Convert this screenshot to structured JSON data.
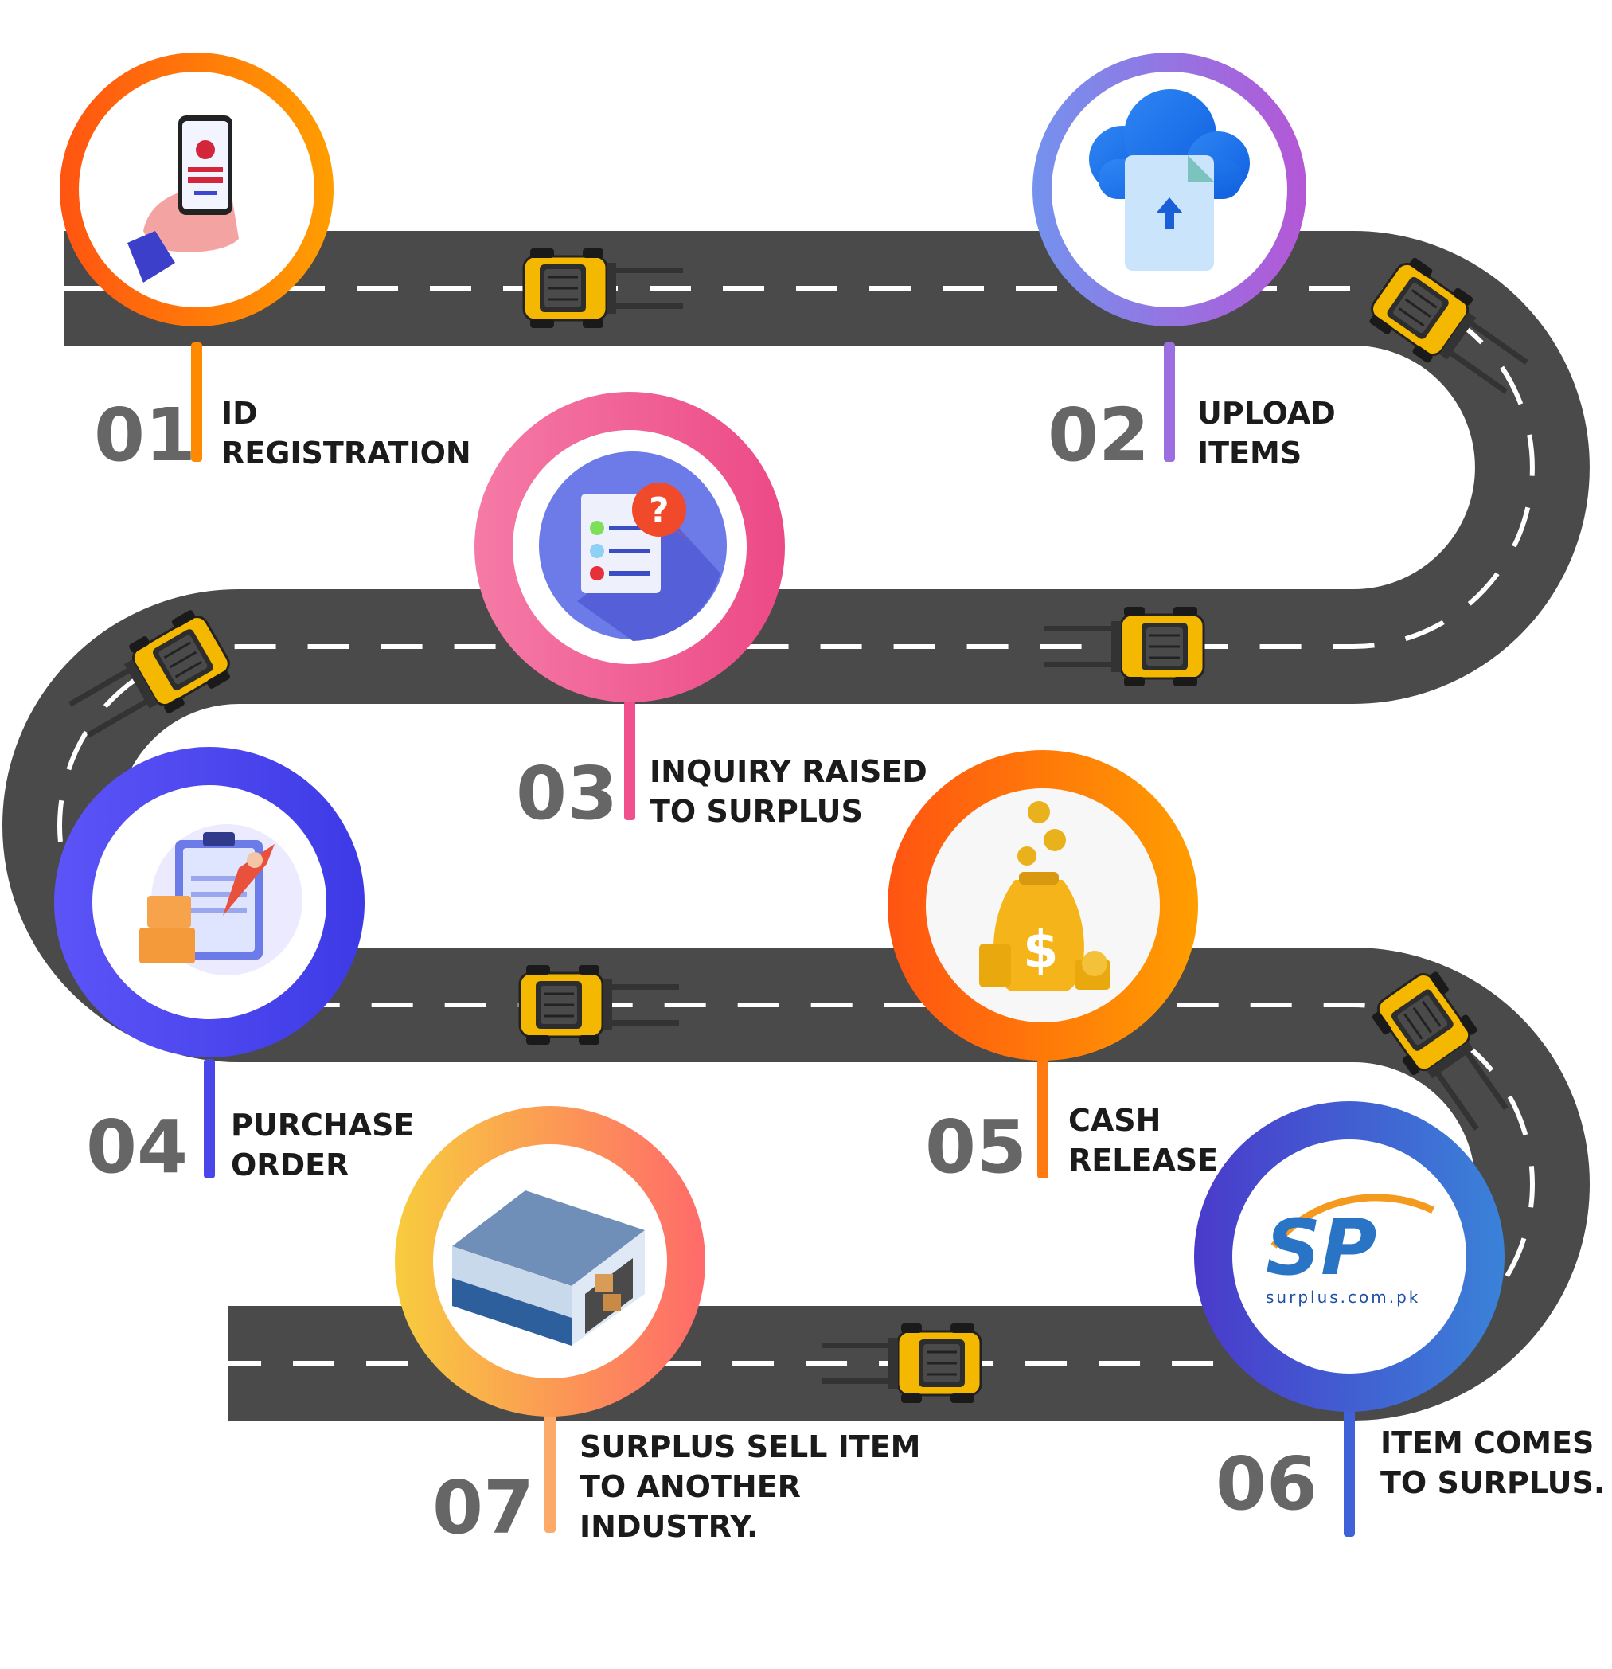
{
  "steps": [
    {
      "number": "01",
      "line1": "ID",
      "line2": "REGISTRATION",
      "line3": ""
    },
    {
      "number": "02",
      "line1": "UPLOAD",
      "line2": "ITEMS",
      "line3": ""
    },
    {
      "number": "03",
      "line1": "INQUIRY RAISED",
      "line2": "TO SURPLUS",
      "line3": ""
    },
    {
      "number": "04",
      "line1": "PURCHASE",
      "line2": "ORDER",
      "line3": ""
    },
    {
      "number": "05",
      "line1": "CASH",
      "line2": "RELEASE",
      "line3": ""
    },
    {
      "number": "06",
      "line1": "ITEM COMES",
      "line2": "TO SURPLUS.",
      "line3": ""
    },
    {
      "number": "07",
      "line1": "SURPLUS SELL ITEM",
      "line2": "TO ANOTHER",
      "line3": "INDUSTRY."
    }
  ],
  "logo": {
    "mark": "SP",
    "domain": "surplus.com.pk"
  },
  "icons": {
    "step1": "phone-registration-icon",
    "step2": "cloud-upload-icon",
    "step3": "inquiry-list-icon",
    "step4": "purchase-order-clipboard-icon",
    "step5": "money-bag-icon",
    "step6": "surplus-logo-icon",
    "step7": "warehouse-icon"
  },
  "colors": {
    "road": "#4a4a4a",
    "road_marking": "#ffffff",
    "number_text": "#666666",
    "label_text": "#1b1b1b",
    "forklift": "#f5b800",
    "ring1": [
      "#ff5a16",
      "#ff9c00"
    ],
    "ring2": [
      "#7c8ff0",
      "#b05ad8"
    ],
    "ring3": [
      "#f472a8",
      "#ee4b86"
    ],
    "ring4": [
      "#5a52f5",
      "#3f3ee8"
    ],
    "ring5": [
      "#ff5a16",
      "#ff9c00"
    ],
    "ring6": [
      "#4a3dd0",
      "#3b7fd8"
    ],
    "ring7": [
      "#f7c642",
      "#ff6b6b"
    ]
  }
}
